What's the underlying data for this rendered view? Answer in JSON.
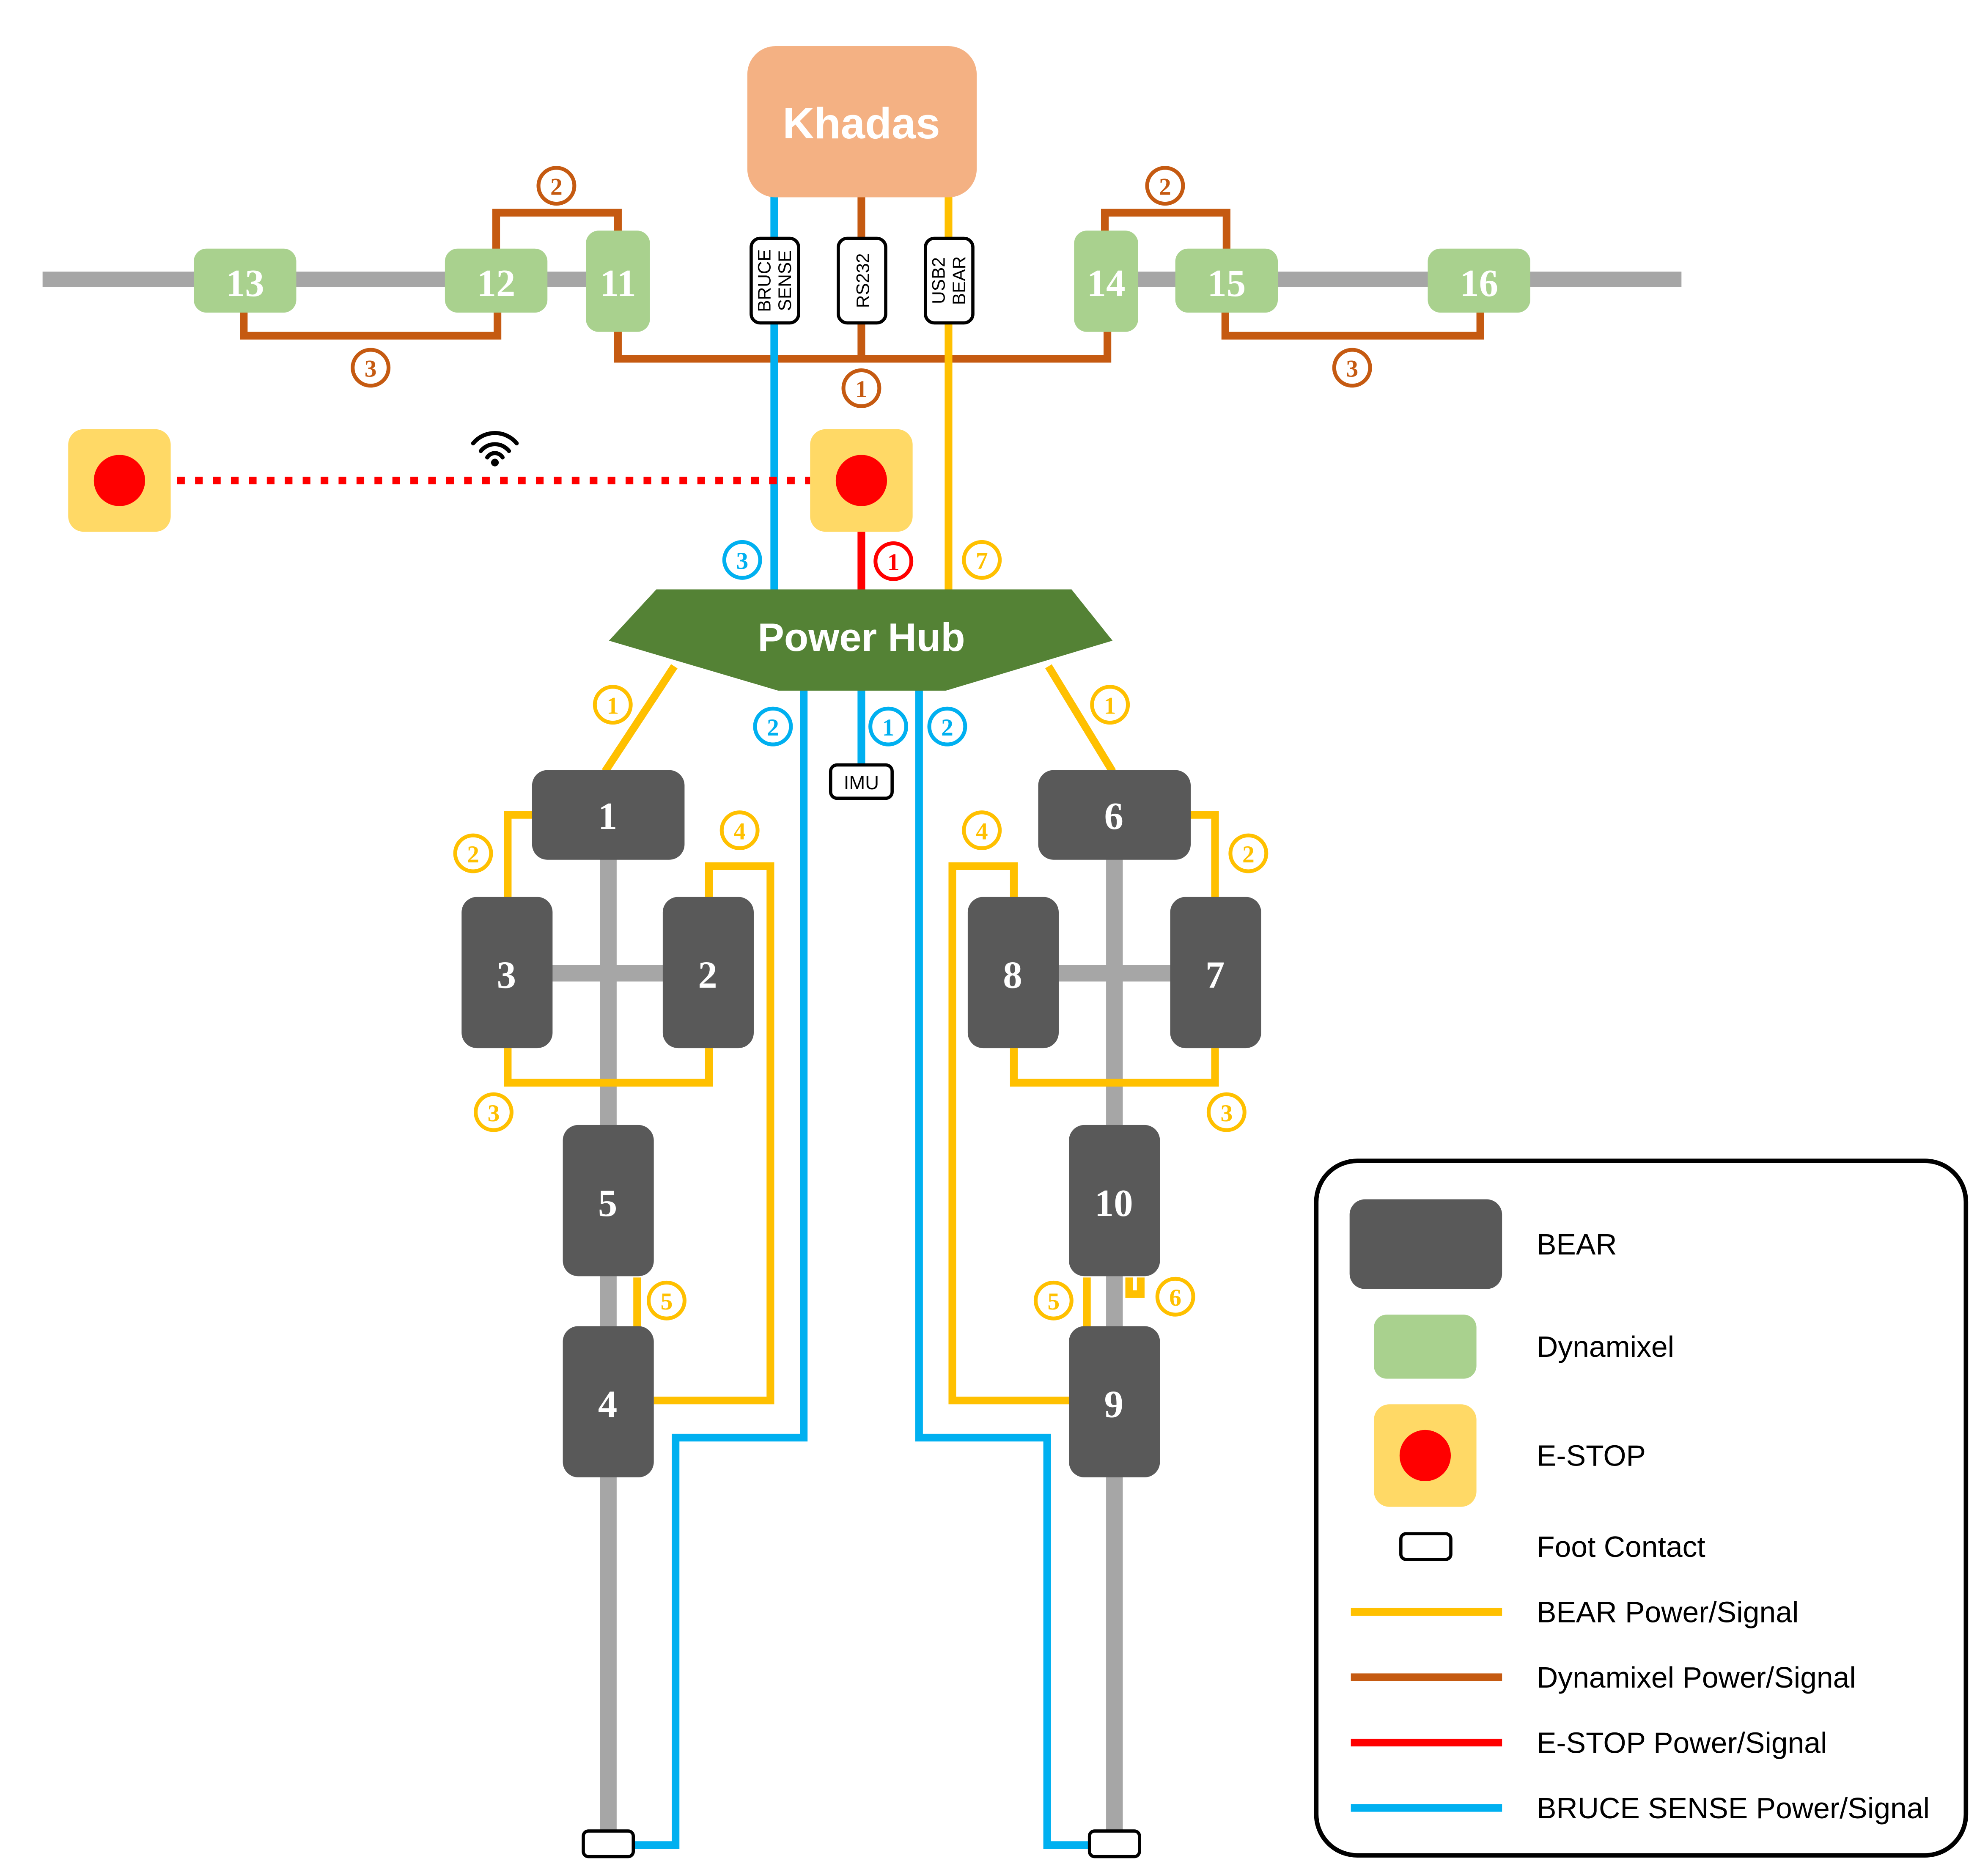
{
  "colors": {
    "bear_wire": "#FFC000",
    "dynamixel_wire": "#C55A11",
    "estop_wire": "#FF0000",
    "sense_wire": "#00B0F0",
    "bear_box": "#595959",
    "dynamixel_box": "#A9D18E",
    "estop_box": "#FFD966",
    "estop_button": "#FF0000",
    "khadas_box": "#F4B183",
    "power_hub": "#548235",
    "frame": "#A6A6A6"
  },
  "khadas": {
    "label": "Khadas"
  },
  "power_hub": {
    "label": "Power Hub"
  },
  "connectors": {
    "bruce_sense": [
      "BRUCE",
      "SENSE"
    ],
    "rs232": "RS232",
    "usb2_bear": [
      "USB2",
      "BEAR"
    ],
    "imu": "IMU"
  },
  "dynamixels": [
    {
      "id": "11"
    },
    {
      "id": "12"
    },
    {
      "id": "13"
    },
    {
      "id": "14"
    },
    {
      "id": "15"
    },
    {
      "id": "16"
    }
  ],
  "bears": [
    {
      "id": "1"
    },
    {
      "id": "2"
    },
    {
      "id": "3"
    },
    {
      "id": "4"
    },
    {
      "id": "5"
    },
    {
      "id": "6"
    },
    {
      "id": "7"
    },
    {
      "id": "8"
    },
    {
      "id": "9"
    },
    {
      "id": "10"
    }
  ],
  "wire_labels": {
    "dxl_left_2": "2",
    "dxl_left_3": "3",
    "dxl_center_1": "1",
    "dxl_right_2": "2",
    "dxl_right_3": "3",
    "sense_hub_3": "3",
    "estop_hub_1": "1",
    "bear_hub_7": "7",
    "bear_left_1": "1",
    "bear_right_1": "1",
    "sense_left_2": "2",
    "sense_imu_1": "1",
    "sense_right_2": "2",
    "left_2": "2",
    "left_3": "3",
    "left_4": "4",
    "left_5": "5",
    "right_2": "2",
    "right_3": "3",
    "right_4": "4",
    "right_5": "5",
    "right_6": "6"
  },
  "legend": {
    "items": [
      {
        "label": "BEAR"
      },
      {
        "label": "Dynamixel"
      },
      {
        "label": "E-STOP"
      },
      {
        "label": "Foot Contact"
      },
      {
        "label": "BEAR Power/Signal"
      },
      {
        "label": "Dynamixel Power/Signal"
      },
      {
        "label": "E-STOP Power/Signal"
      },
      {
        "label": "BRUCE SENSE Power/Signal"
      }
    ]
  },
  "icons": {
    "wireless": "wifi-icon"
  }
}
